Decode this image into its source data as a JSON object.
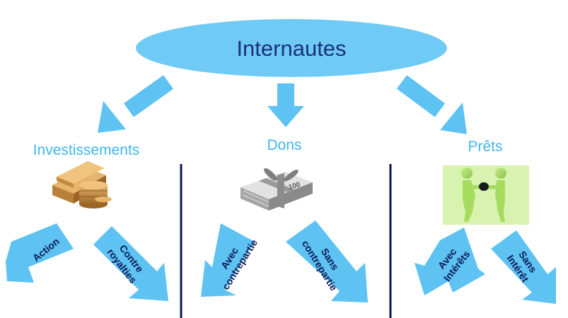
{
  "diagram": {
    "root": {
      "label": "Internautes"
    },
    "branches": [
      {
        "title": "Investissements",
        "icon": "gold-bars-coins-icon",
        "options": [
          "Action",
          "Contre royalties"
        ]
      },
      {
        "title": "Dons",
        "icon": "gift-wrapped-banknotes-icon",
        "options": [
          "Avec contrepartie",
          "Sans contrepartie"
        ]
      },
      {
        "title": "Prêts",
        "icon": "figures-exchanging-money-icon",
        "options": [
          "Avec Intérêts",
          "Sans Intérêt"
        ]
      }
    ],
    "banknote_text": "100",
    "colors": {
      "ellipse": "#6fcbf5",
      "arrow": "#5ec2f2",
      "title_text": "#3fb6ee",
      "root_text": "#1a2f7a",
      "divider": "#0b1a55",
      "gold": "#c8893a",
      "figure": "#a6dc5e",
      "figure_bg": "#d8f3b0"
    }
  }
}
